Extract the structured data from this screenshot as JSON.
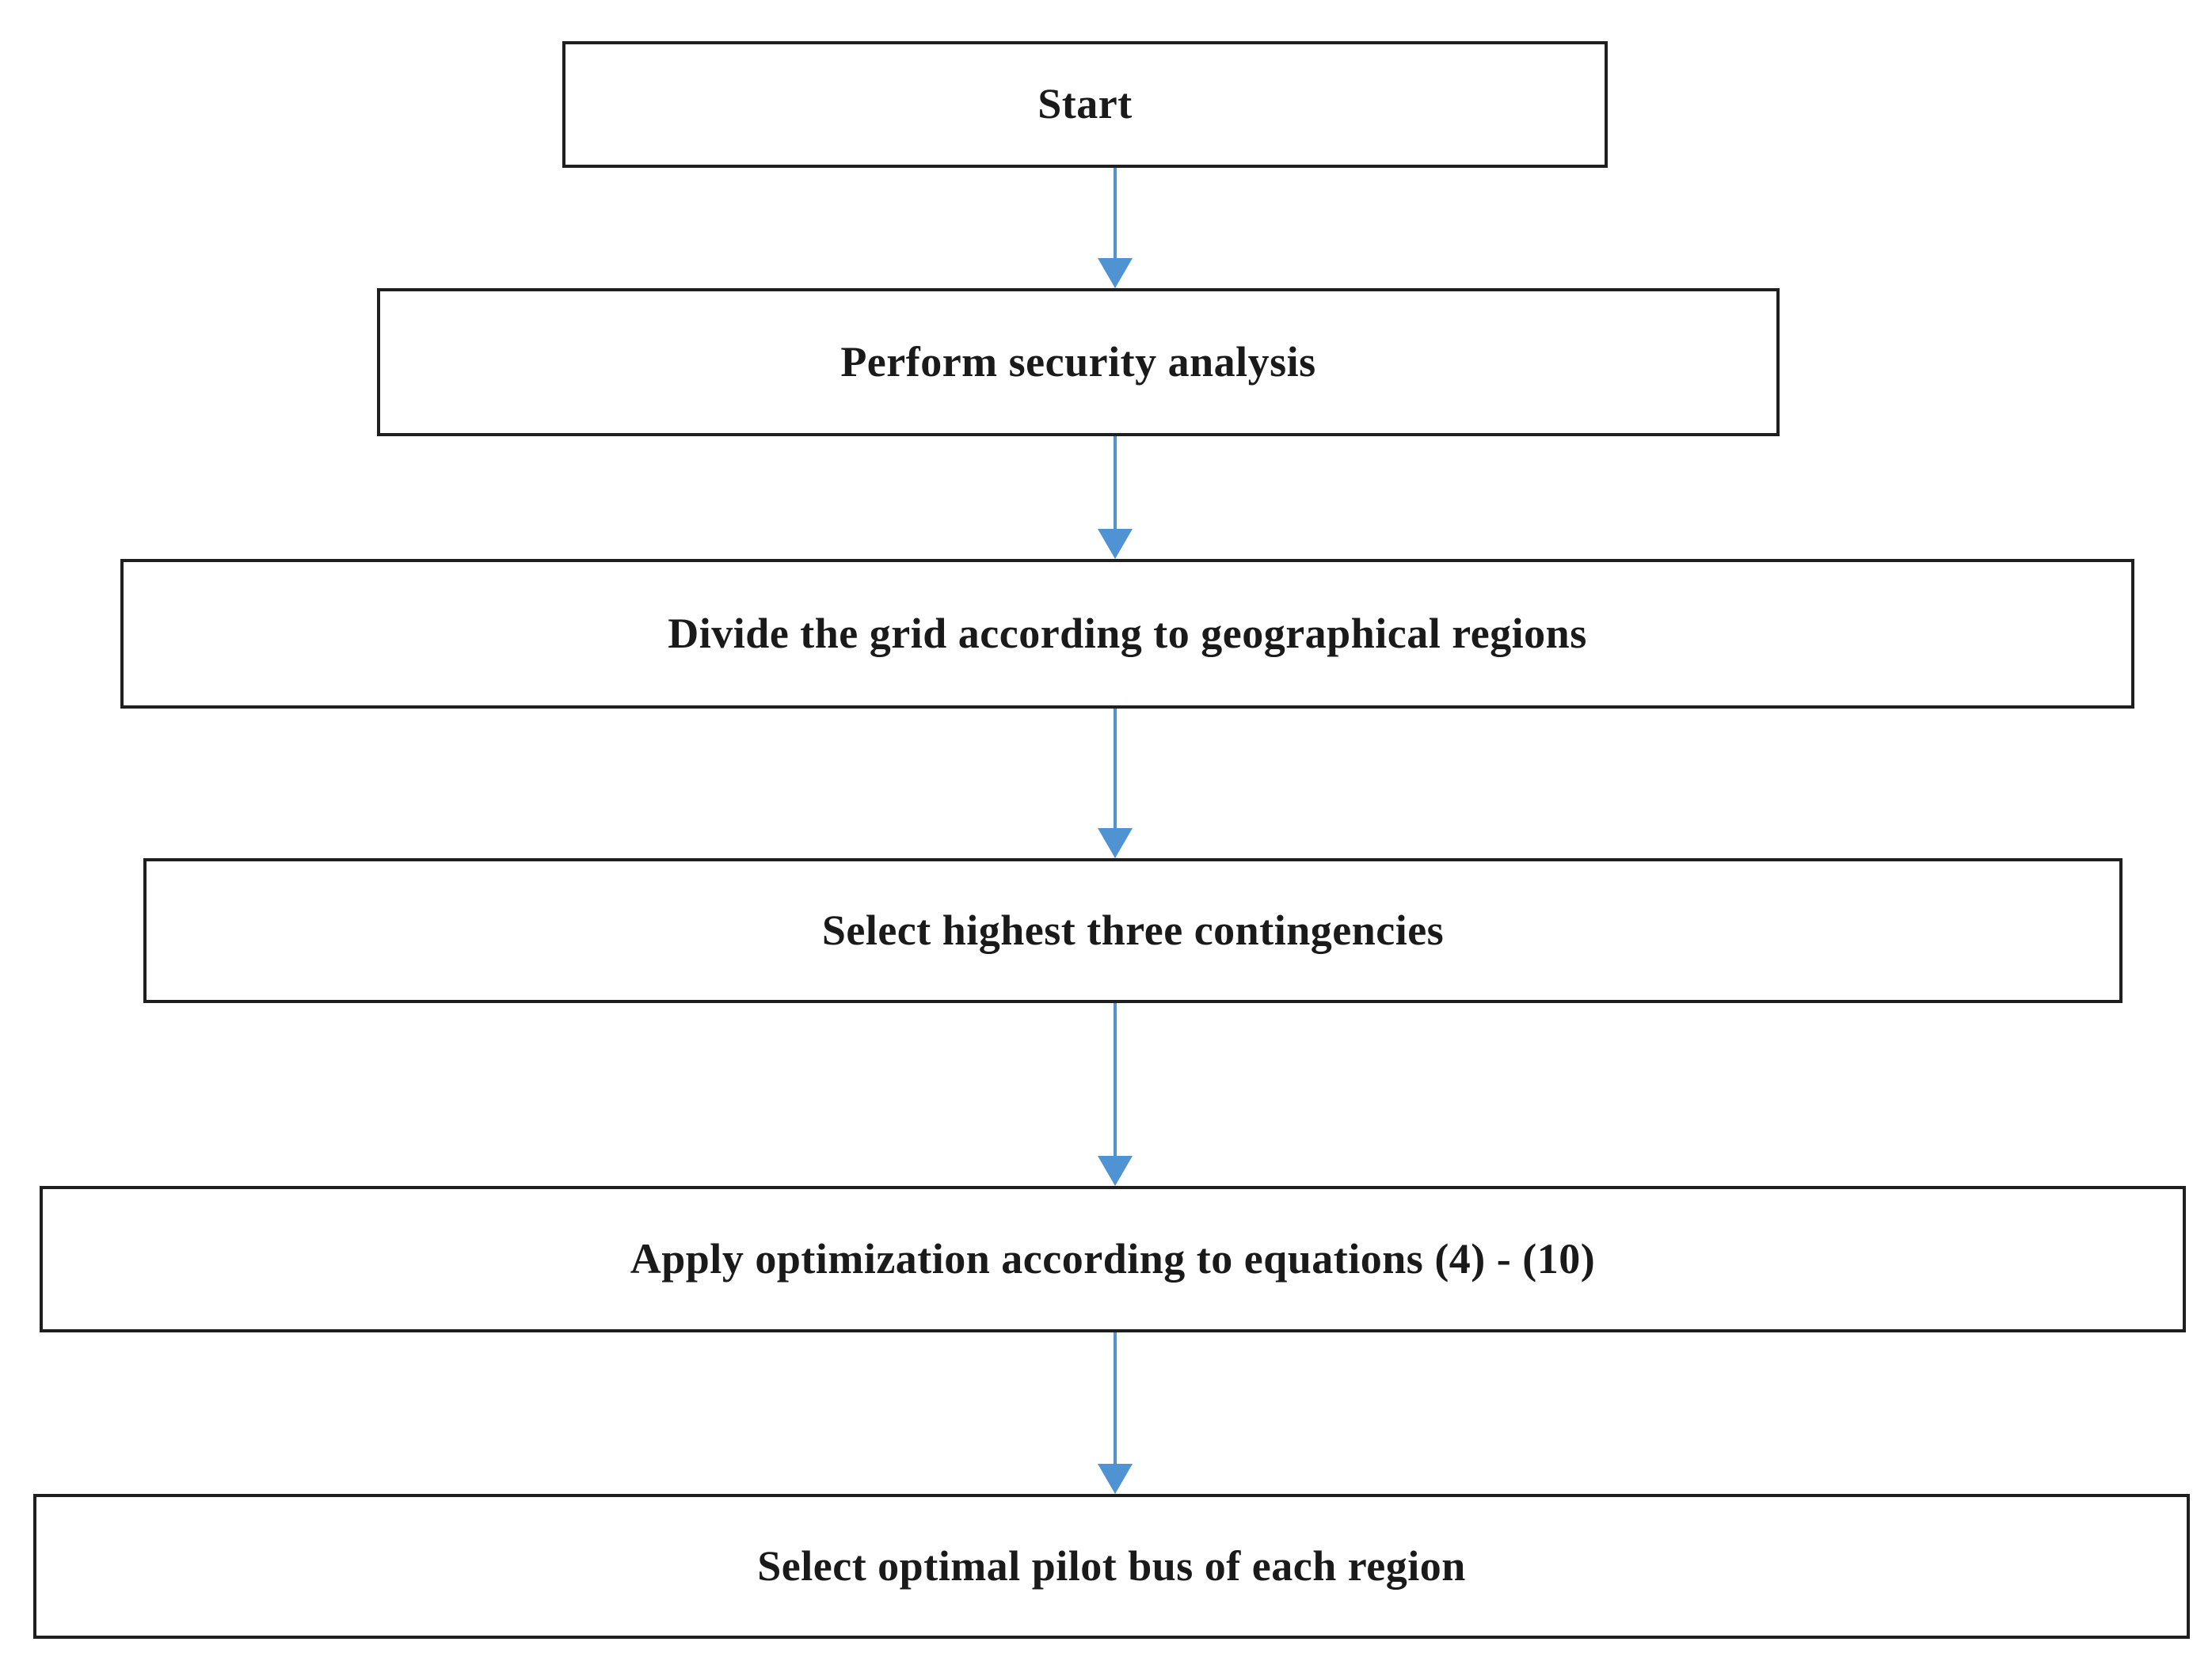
{
  "flowchart": {
    "steps": [
      {
        "label": "Start"
      },
      {
        "label": "Perform security analysis"
      },
      {
        "label": "Divide the grid according to geographical regions"
      },
      {
        "label": "Select highest three contingencies"
      },
      {
        "label": "Apply optimization according to equations (4) - (10)"
      },
      {
        "label": "Select optimal pilot bus of each region"
      }
    ],
    "arrows": [
      {
        "from": 0,
        "to": 1
      },
      {
        "from": 1,
        "to": 2
      },
      {
        "from": 2,
        "to": 3
      },
      {
        "from": 3,
        "to": 4
      },
      {
        "from": 4,
        "to": 5
      }
    ],
    "colors": {
      "arrow": "#4f93d2",
      "box_border": "#1f1f1f",
      "box_fill": "#ffffff",
      "text": "#1a1a1a",
      "background": "#ffffff"
    }
  }
}
